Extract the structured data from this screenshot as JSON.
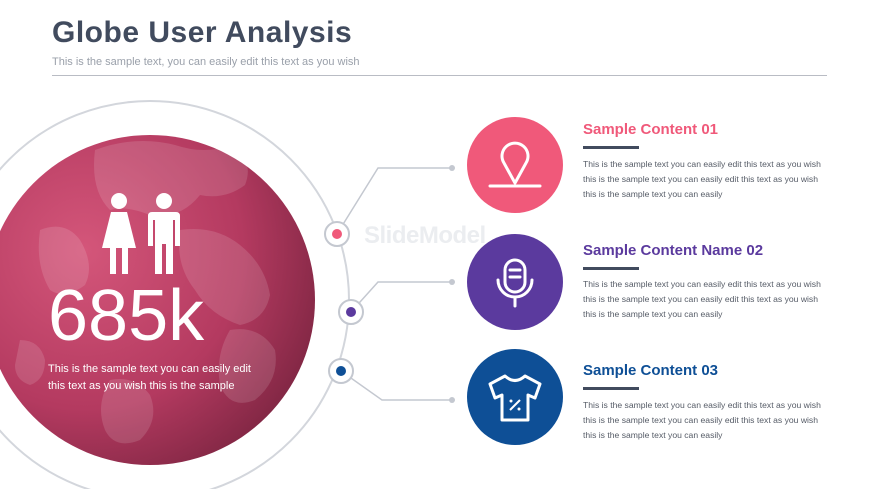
{
  "header": {
    "title": "Globe User Analysis",
    "subtitle": "This is the sample text, you can easily edit this text as you wish"
  },
  "globe": {
    "stat": "685k",
    "description": "This is the sample text you can easily edit this text as you wish this is the sample",
    "color_light": "#c4466c",
    "color_dark": "#7a2440"
  },
  "items": [
    {
      "title": "Sample Content 01",
      "body": "This is the sample text you can easily edit this text as you wish this is the sample text you can easily edit this text as you wish this is the sample text you can easily",
      "color": "#f0597a",
      "icon": "location-pin-icon"
    },
    {
      "title": "Sample Content Name 02",
      "body": "This is the sample text you can easily edit this text as you wish this is the sample text you can easily edit this text as you wish this is the sample text you can easily",
      "color": "#5b3a9e",
      "icon": "microphone-icon"
    },
    {
      "title": "Sample Content 03",
      "body": "This is the sample text you can easily edit this text as you wish this is the sample text you can easily edit this text as you wish this is the sample text you can easily",
      "color": "#0e4f96",
      "icon": "tshirt-icon"
    }
  ],
  "watermark": "SlideModel"
}
